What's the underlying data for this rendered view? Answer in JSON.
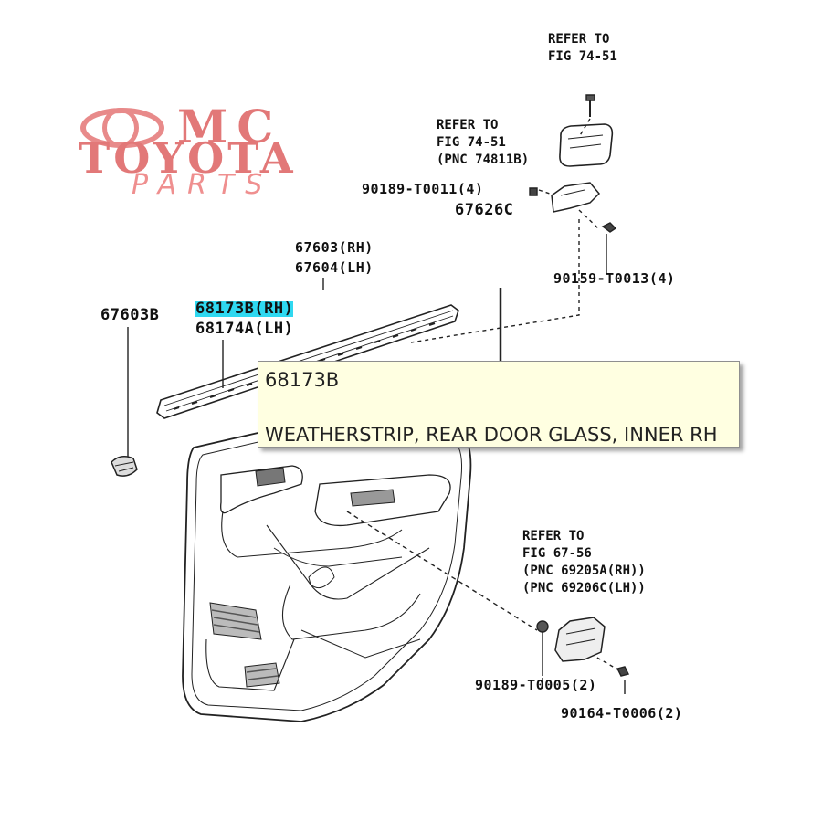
{
  "watermark": {
    "line1": "OMC",
    "line2": "TOYOTA",
    "line3": "PARTS"
  },
  "refs": {
    "top": [
      "REFER TO",
      "FIG 74-51"
    ],
    "mid": [
      "REFER TO",
      "FIG 74-51",
      "(PNC 74811B)"
    ],
    "lower": [
      "REFER TO",
      "FIG 67-56",
      "(PNC 69205A(RH))",
      "(PNC 69206C(LH))"
    ]
  },
  "labels": {
    "p90189_t0011": "90189-T0011(4)",
    "p67626c": "67626C",
    "p67603_rh": "67603(RH)",
    "p67604_lh": "67604(LH)",
    "p90159_t0013": "90159-T0013(4)",
    "p67603b": "67603B",
    "p68173b_rh": "68173B(RH)",
    "p68174a_lh": "68174A(LH)",
    "p90189_t0005": "90189-T0005(2)",
    "p90164_t0006": "90164-T0006(2)"
  },
  "tooltip": {
    "part_number": "68173B",
    "description": "WEATHERSTRIP, REAR DOOR GLASS, INNER RH"
  }
}
